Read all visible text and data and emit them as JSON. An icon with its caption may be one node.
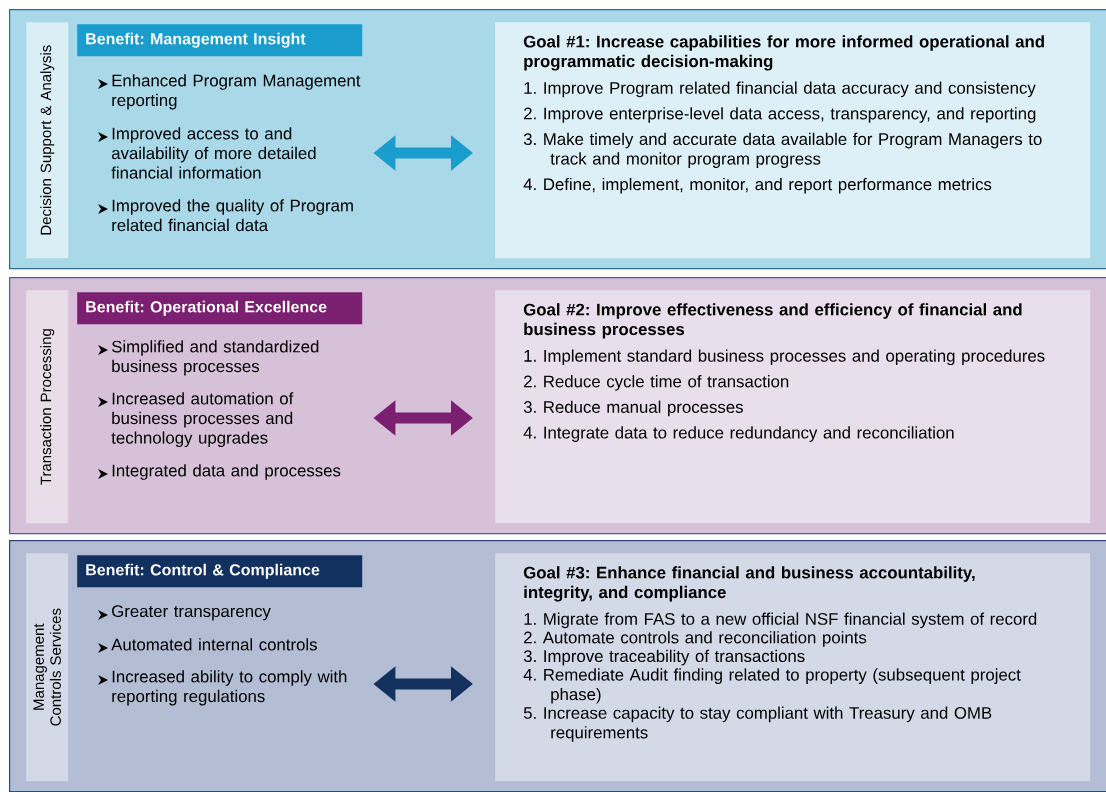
{
  "diagram": {
    "nodes": [
      {
        "text": [],
        "shape": "box"
      },
      {
        "text": [
          "Decision Support & Analysis"
        ],
        "in": 0
      },
      {
        "text": [
          "Benefit: Management Insight",
          "Enhanced Program Management reporting",
          "Improved access to and availability of more detailed financial information",
          "Improved the quality of Program related financial data"
        ],
        "in": 0
      },
      {
        "text": [
          "Goal #1: Increase capabilities for more informed operational and programmatic decision-making",
          "1. Improve Program related financial data accuracy and consistency",
          "2. Improve enterprise-level data access, transparency, and reporting",
          "3. Make timely and accurate data available for Program Managers to track and monitor program progress",
          "4. Define, implement, monitor, and report performance metrics"
        ],
        "in": 0
      },
      {
        "text": [],
        "shape": "box"
      },
      {
        "text": [
          "Transaction Processing"
        ],
        "in": 4
      },
      {
        "text": [
          "Benefit: Operational Excellence",
          "Simplified and standardized business processes",
          "Increased automation of business processes and technology upgrades",
          "Integrated data and processes"
        ],
        "in": 4
      },
      {
        "text": [
          "Goal #2: Improve effectiveness and efficiency of financial and business processes",
          "1. Implement standard business processes and operating procedures",
          "2. Reduce cycle time of transaction",
          "3. Reduce manual processes",
          "4. Integrate data to reduce redundancy and reconciliation"
        ],
        "in": 4
      },
      {
        "text": [],
        "shape": "box"
      },
      {
        "text": [
          "Management Controls Services"
        ],
        "in": 8
      },
      {
        "text": [
          "Benefit: Control & Compliance",
          "Greater transparency",
          "Automated internal controls",
          "Increased ability to comply with reporting regulations"
        ],
        "in": 8
      },
      {
        "text": [
          "Goal #3: Enhance financial and business accountability, integrity, and compliance",
          "1. Migrate from FAS to a new official NSF financial system of record",
          "2. Automate controls and reconciliation points",
          "3. Improve traceability of transactions",
          "4. Remediate Audit finding related to property (subsequent project phase)",
          "5. Increase capacity to stay compliant with Treasury and OMB requirements"
        ],
        "in": 8
      }
    ],
    "edges": [
      {
        "from": 2,
        "to": 3,
        "arrow": "both",
        "color": "#1a9ccc"
      },
      {
        "from": 6,
        "to": 7,
        "arrow": "both",
        "color": "#7b1f70"
      },
      {
        "from": 10,
        "to": 11,
        "arrow": "both",
        "color": "#13315f"
      }
    ]
  }
}
